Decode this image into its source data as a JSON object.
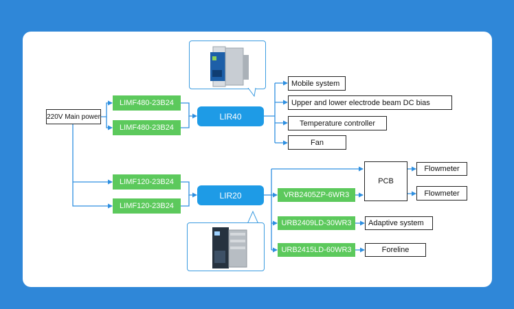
{
  "diagram": {
    "main_power": "220V Main power",
    "limf480_a": "LIMF480-23B24",
    "limf480_b": "LIMF480-23B24",
    "limf120_a": "LIMF120-23B24",
    "limf120_b": "LIMF120-23B24",
    "lir40": "LIR40",
    "lir20": "LIR20",
    "mobile_system": "Mobile system",
    "electrode_bias": "Upper and lower electrode beam DC bias",
    "temperature_controller": "Temperature controller",
    "fan": "Fan",
    "vrb2405": "VRB2405ZP-6WR3",
    "urb2409": "URB2409LD-30WR3",
    "urb2415": "URB2415LD-60WR3",
    "pcb": "PCB",
    "flowmeter_1": "Flowmeter",
    "flowmeter_2": "Flowmeter",
    "adaptive_system": "Adaptive system",
    "foreline": "Foreline"
  },
  "colors": {
    "background": "#2f87d8",
    "green_module": "#5cc95c",
    "blue_module": "#1e9be6",
    "connector": "#2e8fe0"
  }
}
